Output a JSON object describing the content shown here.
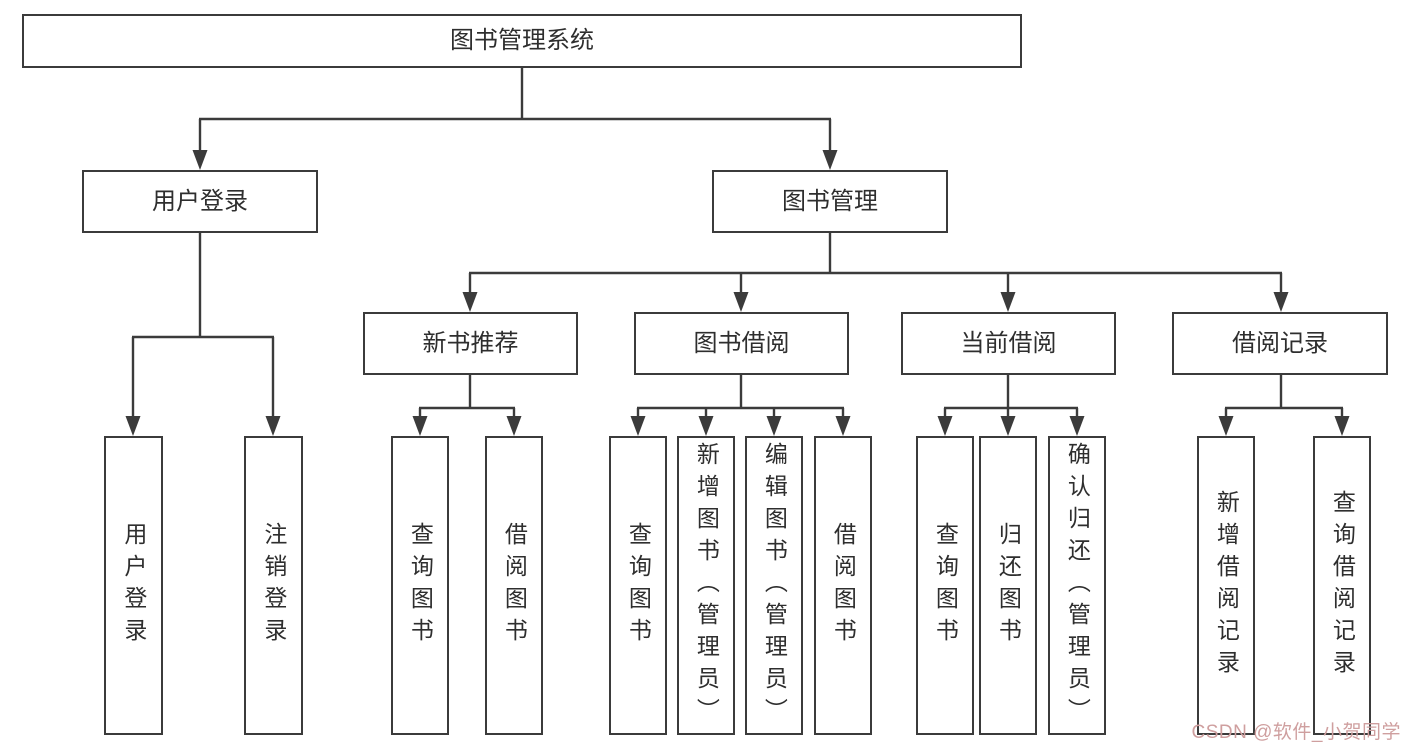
{
  "colors": {
    "line": "#3b3b3b",
    "text": "#2e2e2e",
    "watermark": "#cf9f9f",
    "background": "#ffffff"
  },
  "watermark": {
    "text": "CSDN @软件_小贺同学"
  },
  "tree": {
    "label": "图书管理系统",
    "children": [
      {
        "label": "用户登录",
        "children": [
          {
            "label": "用户登录"
          },
          {
            "label": "注销登录"
          }
        ]
      },
      {
        "label": "图书管理",
        "children": [
          {
            "label": "新书推荐",
            "children": [
              {
                "label": "查询图书"
              },
              {
                "label": "借阅图书"
              }
            ]
          },
          {
            "label": "图书借阅",
            "children": [
              {
                "label": "查询图书"
              },
              {
                "label": "新增图书（管理员）"
              },
              {
                "label": "编辑图书（管理员）"
              },
              {
                "label": "借阅图书"
              }
            ]
          },
          {
            "label": "当前借阅",
            "children": [
              {
                "label": "查询图书"
              },
              {
                "label": "归还图书"
              },
              {
                "label": "确认归还（管理员）"
              }
            ]
          },
          {
            "label": "借阅记录",
            "children": [
              {
                "label": "新增借阅记录"
              },
              {
                "label": "查询借阅记录"
              }
            ]
          }
        ]
      }
    ]
  }
}
